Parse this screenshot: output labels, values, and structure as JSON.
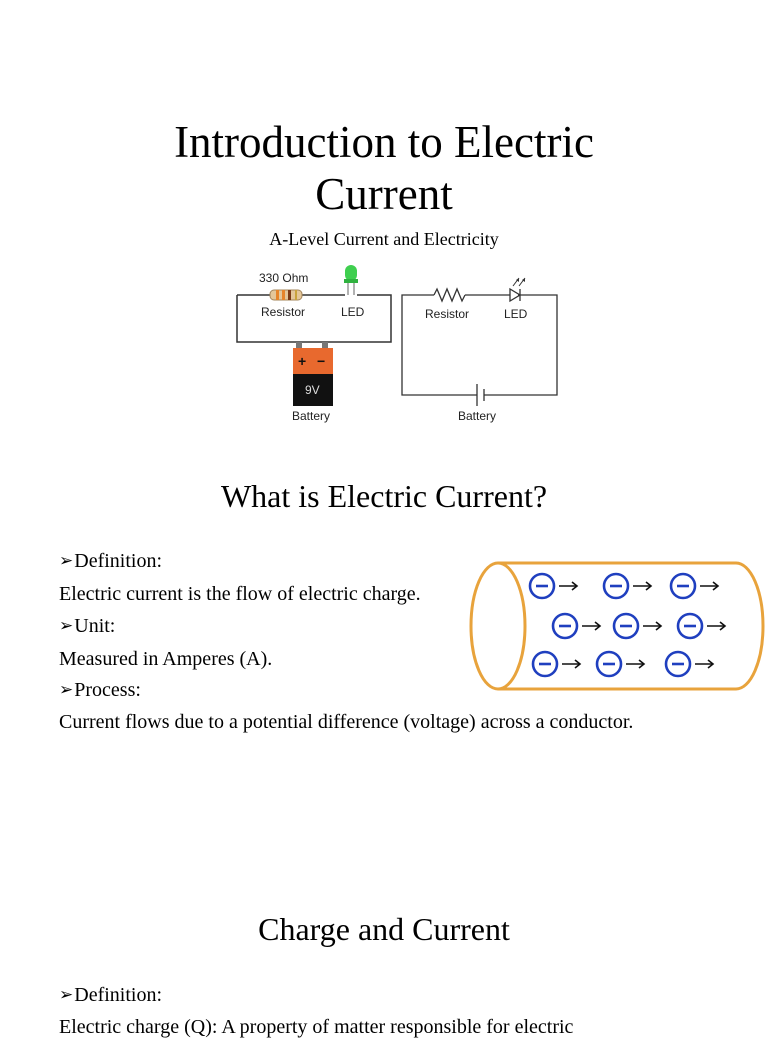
{
  "title": {
    "line1": "Introduction to Electric",
    "line2": "Current"
  },
  "subtitle": "A-Level Current and Electricity",
  "circuit": {
    "resistor_value": "330 Ohm",
    "resistor_label": "Resistor",
    "led_label": "LED",
    "battery_voltage": "9V",
    "battery_plus": "+",
    "battery_minus": "−",
    "battery_label": "Battery",
    "schematic_resistor_label": "Resistor",
    "schematic_led_label": "LED",
    "schematic_battery_label": "Battery",
    "colors": {
      "led": "#3fcf4f",
      "battery_top": "#e8692e",
      "battery_body": "#111111",
      "wire": "#333333"
    }
  },
  "section1": {
    "heading": "What is Electric Current?",
    "bullet_marker": "➢",
    "items": [
      {
        "label": "Definition:",
        "text": "Electric current is the flow of electric charge."
      },
      {
        "label": "Unit:",
        "text": "Measured in Amperes (A)."
      },
      {
        "label": "Process:",
        "text": "Current flows due to a potential difference (voltage) across a conductor."
      }
    ]
  },
  "conductor_diagram": {
    "electron_symbol": "⊖",
    "arrow": "→",
    "colors": {
      "tube": "#e8a33c",
      "electron": "#1f3fbf"
    }
  },
  "section2": {
    "heading": "Charge and Current",
    "items": [
      {
        "label": "Definition:",
        "text": "Electric charge (Q): A property of matter responsible for electric"
      }
    ]
  }
}
